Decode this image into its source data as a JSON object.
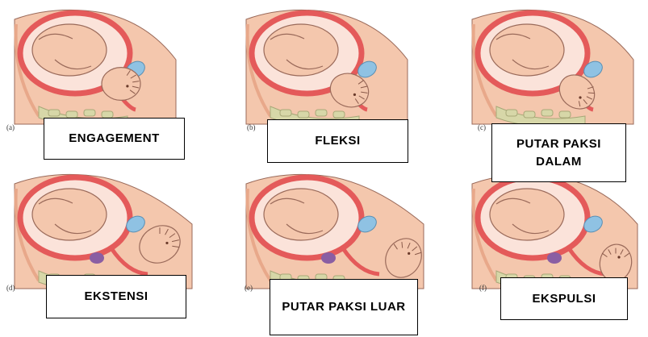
{
  "colors": {
    "skin": "#f4c7ad",
    "skin_dark": "#e8a88a",
    "uterus": "#e45a5a",
    "amniotic": "#fbe3da",
    "placenta_blue": "#8fc2e3",
    "bone": "#d7d7a8",
    "organ_purple": "#8a5ea3",
    "outline": "#9a6a5a"
  },
  "stages": [
    {
      "letter": "(a)",
      "label": "ENGAGEMENT",
      "pose": "engagement"
    },
    {
      "letter": "(b)",
      "label": "FLEKSI",
      "pose": "flexion"
    },
    {
      "letter": "(c)",
      "label": "PUTAR PAKSI DALAM",
      "pose": "internal-rotation"
    },
    {
      "letter": "(d)",
      "label": "EKSTENSI",
      "pose": "extension"
    },
    {
      "letter": "(e)",
      "label": "PUTAR PAKSI LUAR",
      "pose": "external-rotation"
    },
    {
      "letter": "(f)",
      "label": "EKSPULSI",
      "pose": "expulsion"
    }
  ]
}
